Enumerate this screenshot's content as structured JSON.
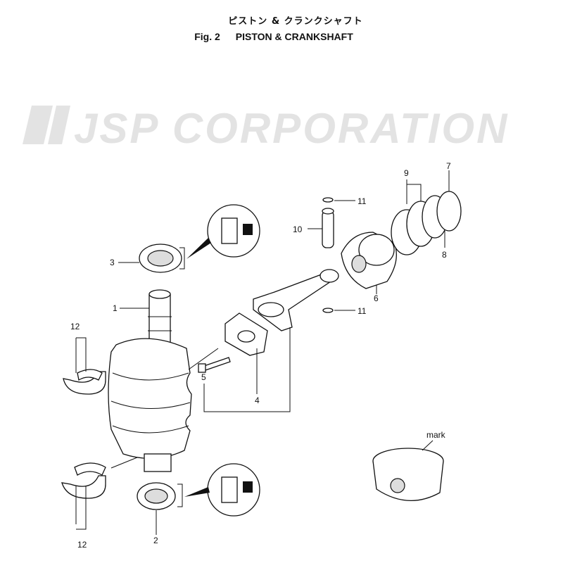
{
  "title": {
    "japanese": "ピストン & クランクシャフト",
    "fig_number": "Fig. 2",
    "english": "PISTON & CRANKSHAFT"
  },
  "watermark": "JSP CORPORATION",
  "callouts": {
    "c1": "1",
    "c2": "2",
    "c3": "3",
    "c4": "4",
    "c5": "5",
    "c6": "6",
    "c7": "7",
    "c8": "8",
    "c9": "9",
    "c10": "10",
    "c11a": "11",
    "c11b": "11",
    "c12a": "12",
    "c12b": "12",
    "mark": "mark"
  }
}
